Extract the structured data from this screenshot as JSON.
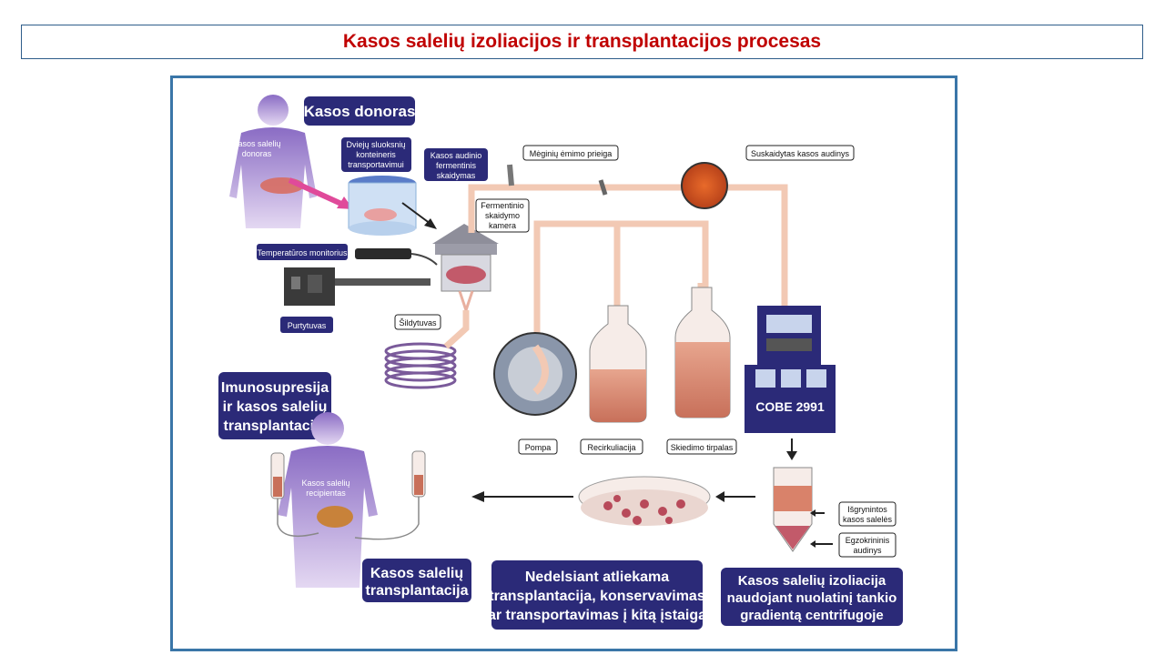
{
  "title": "Kasos salelių izoliacijos ir transplantacijos procesas",
  "labels": {
    "donor": "Kasos donoras",
    "donor_islets": [
      "Kasos salelių",
      "donoras"
    ],
    "container": [
      "Dviejų sluoksnių",
      "konteineris",
      "transportavimui"
    ],
    "enzymatic": [
      "Kasos audinio",
      "fermentinis",
      "skaidymas"
    ],
    "sample_port": "Mėginių ėmimo prieiga",
    "digested_tissue": "Suskaidytas kasos audinys",
    "chamber": [
      "Fermentinio",
      "skaidymo",
      "kamera"
    ],
    "temp_monitor": "Temperatūros monitorius",
    "shaker": "Purtytuvas",
    "heater": "Šildytuvas",
    "pump": "Pompa",
    "recirculation": "Recirkuliacija",
    "dilution": "Skiedimo tirpalas",
    "cobe": "COBE 2991",
    "immuno": [
      "Imunosupresija",
      "ir kasos salelių",
      "transplantacija"
    ],
    "recipient_islets": [
      "Kasos salelių",
      "recipientas"
    ],
    "islet_transplant": [
      "Kasos salelių",
      "transplantacija"
    ],
    "immediate": [
      "Nedelsiant atliekama",
      "transplantacija, konservavimas",
      "ar transportavimas į kitą įstaigą"
    ],
    "isolation": [
      "Kasos salelių izoliacija",
      "naudojant nuolatinį tankio",
      "gradientą centrifugoje"
    ],
    "purified": [
      "Išgrynintos",
      "kasos salelės"
    ],
    "exocrine": [
      "Egzokrininis",
      "audinys"
    ]
  },
  "colors": {
    "title": "#c00000",
    "navy": "#2b2a78",
    "frame": "#3a76a8",
    "body": "#9b7fc8",
    "tube": "#f2c9b4",
    "fluid": "#d9826a"
  }
}
